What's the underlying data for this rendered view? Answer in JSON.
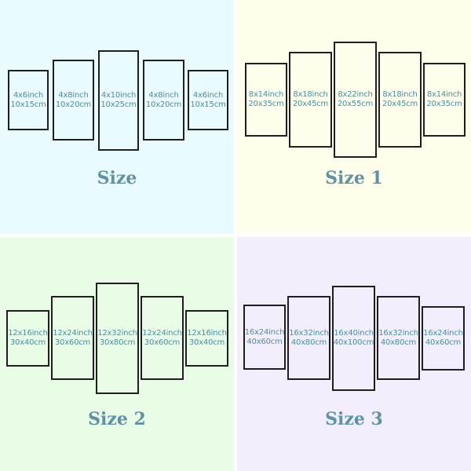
{
  "quadrants": [
    {
      "title": "Size",
      "background": "#e9fbfe",
      "panels": [
        {
          "inch": "4x6inch",
          "cm": "10x15cm"
        },
        {
          "inch": "4x8inch",
          "cm": "10x20cm"
        },
        {
          "inch": "4x10inch",
          "cm": "10x25cm"
        },
        {
          "inch": "4x8inch",
          "cm": "10x20cm"
        },
        {
          "inch": "4x6inch",
          "cm": "10x15cm"
        }
      ]
    },
    {
      "title": "Size 1",
      "background": "#fffeea",
      "panels": [
        {
          "inch": "8x14inch",
          "cm": "20x35cm"
        },
        {
          "inch": "8x18inch",
          "cm": "20x45cm"
        },
        {
          "inch": "8x22inch",
          "cm": "20x55cm"
        },
        {
          "inch": "8x18inch",
          "cm": "20x45cm"
        },
        {
          "inch": "8x14inch",
          "cm": "20x35cm"
        }
      ]
    },
    {
      "title": "Size 2",
      "background": "#e9fce6",
      "panels": [
        {
          "inch": "12x16inch",
          "cm": "30x40cm"
        },
        {
          "inch": "12x24inch",
          "cm": "30x60cm"
        },
        {
          "inch": "12x32inch",
          "cm": "30x80cm"
        },
        {
          "inch": "12x24inch",
          "cm": "30x60cm"
        },
        {
          "inch": "12x16inch",
          "cm": "30x40cm"
        }
      ]
    },
    {
      "title": "Size 3",
      "background": "#f2eefc",
      "panels": [
        {
          "inch": "16x24inch",
          "cm": "40x60cm"
        },
        {
          "inch": "16x32inch",
          "cm": "40x80cm"
        },
        {
          "inch": "16x40inch",
          "cm": "40x100cm"
        },
        {
          "inch": "16x32inch",
          "cm": "40x80cm"
        },
        {
          "inch": "16x24inch",
          "cm": "40x60cm"
        }
      ]
    }
  ]
}
